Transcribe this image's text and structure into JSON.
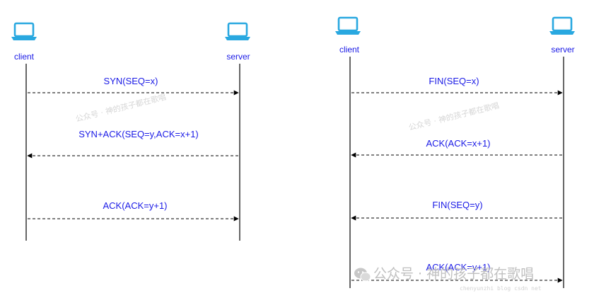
{
  "diagrams": [
    {
      "id": "handshake",
      "client_label": "client",
      "server_label": "server",
      "messages": [
        {
          "label": "SYN(SEQ=x)",
          "direction": "to-server"
        },
        {
          "label": "SYN+ACK(SEQ=y,ACK=x+1)",
          "direction": "to-client"
        },
        {
          "label": "ACK(ACK=y+1)",
          "direction": "to-server"
        }
      ]
    },
    {
      "id": "teardown",
      "client_label": "client",
      "server_label": "server",
      "messages": [
        {
          "label": "FIN(SEQ=x)",
          "direction": "to-server"
        },
        {
          "label": "ACK(ACK=x+1)",
          "direction": "to-client"
        },
        {
          "label": "FIN(SEQ=y)",
          "direction": "to-client"
        },
        {
          "label": "ACK(ACK=y+1)",
          "direction": "to-server"
        }
      ]
    }
  ],
  "watermark": {
    "small_text": "公众号 · 神的孩子都在歌唱",
    "big_text": "公众号 · 神的孩子都在歌唱",
    "url_text": "chenyunzhi blog csdn net"
  },
  "colors": {
    "label": "#1a1ae6",
    "icon": "#29a8e0",
    "line": "#000000"
  },
  "icons": {
    "laptop": "laptop-icon",
    "wechat": "wechat-icon"
  }
}
